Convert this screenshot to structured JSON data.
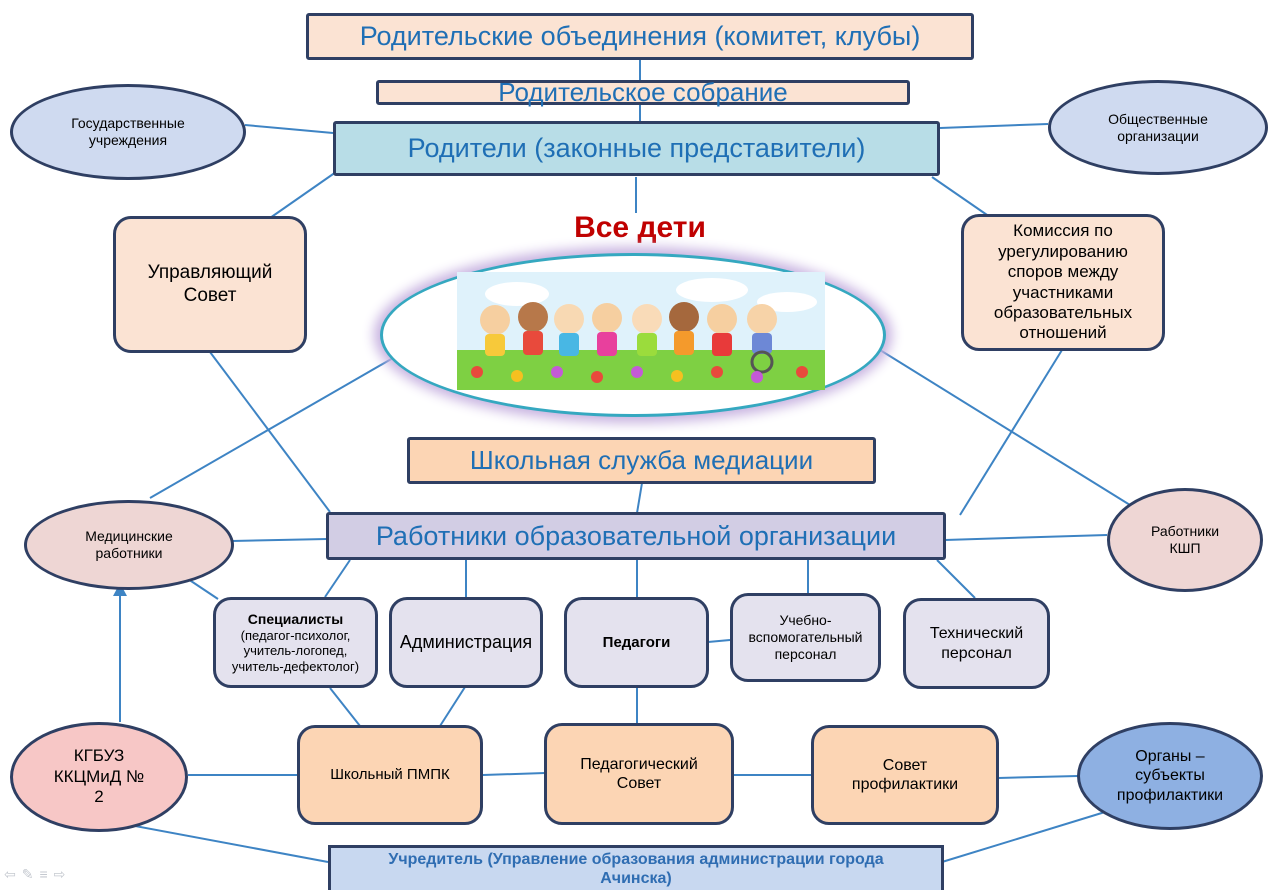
{
  "diagram": {
    "parent_associations": "Родительские объединения (комитет, клубы)",
    "parent_meeting": "Родительское собрание",
    "parents": "Родители (законные представители)",
    "state_institutions": "Государственные учреждения",
    "public_organizations": "Общественные организации",
    "governing_council": "Управляющий Совет",
    "dispute_commission": "Комиссия по урегулированию споров между участниками образовательных отношений",
    "all_children": "Все дети",
    "mediation_service": "Школьная служба медиации",
    "school_staff": "Работники образовательной организации",
    "medical_workers": "Медицинские работники",
    "ksp_workers": "Работники КШП",
    "specialists_title": "Специалисты",
    "specialists_detail": "(педагог-психолог, учитель-логопед, учитель-дефектолог)",
    "administration": "Администрация",
    "teachers": "Педагоги",
    "support_staff": "Учебно-вспомогательный персонал",
    "technical_staff": "Технический персонал",
    "kgbuz": "КГБУЗ ККЦМиД № 2",
    "school_pmpk": "Школьный ПМПК",
    "pedagogical_council": "Педагогический Совет",
    "prevention_council": "Совет профилактики",
    "prevention_bodies": "Органы – субъекты профилактики",
    "founder": "Учредитель (Управление образования администрации города Ачинска)"
  },
  "colors": {
    "line": "#3e84c4",
    "border": "#2f3f63",
    "children_title": "#c00000"
  }
}
